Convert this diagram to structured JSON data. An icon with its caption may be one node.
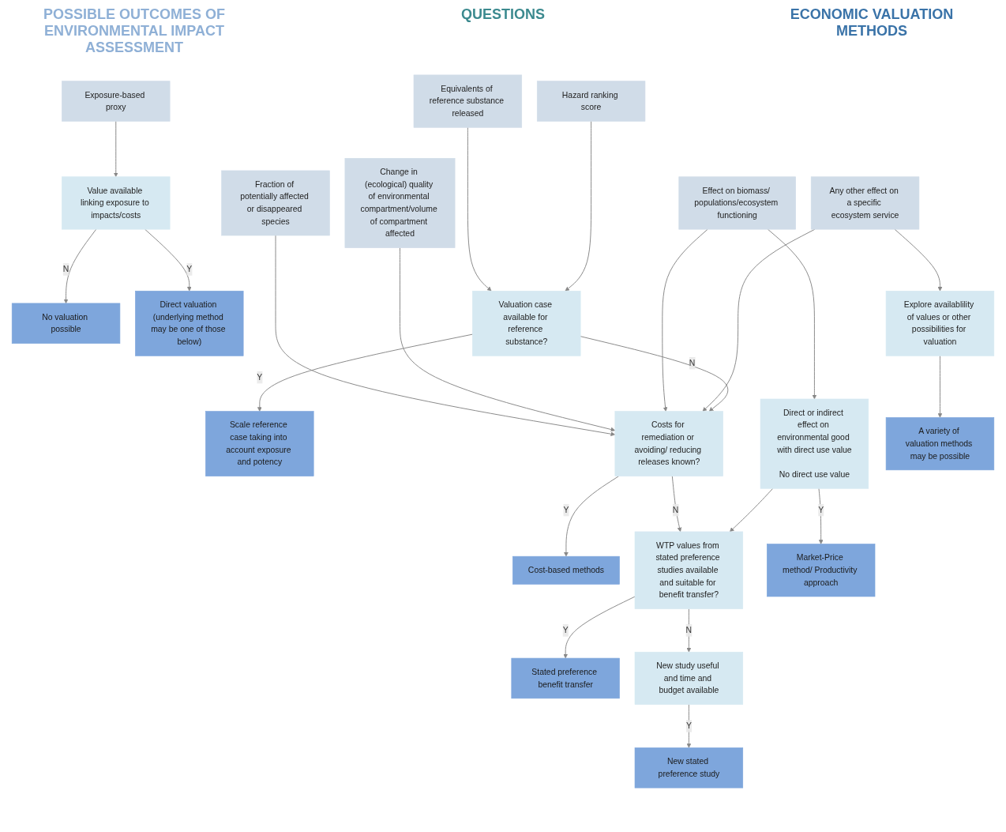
{
  "diagram": {
    "nodes": [
      {
        "text": [
          "Exposure-based proxy"
        ]
      },
      {
        "text": [
          "Equivalents of reference substance released"
        ]
      },
      {
        "text": [
          "Hazard ranking score"
        ]
      },
      {
        "text": [
          "Fraction of potentially affected or disappeared species"
        ]
      },
      {
        "text": [
          "Change in (ecological) quality of environmental compartment/volume of compartment affected"
        ]
      },
      {
        "text": [
          "Effect on biomass/ populations/ecosystem functioning"
        ]
      },
      {
        "text": [
          "Any other effect on a specific ecosystem service"
        ]
      },
      {
        "text": [
          "Value available linking exposure to impacts/costs"
        ]
      },
      {
        "text": [
          "Valuation case available for reference substance?"
        ]
      },
      {
        "text": [
          "Costs for remediation or avoiding/ reducing releases known?"
        ]
      },
      {
        "text": [
          "WTP values from stated preference studies available and suitable for benefit transfer?"
        ]
      },
      {
        "text": [
          "New study useful and time and budget available"
        ]
      },
      {
        "text": [
          "Direct or indirect effect on environmental good with direct use value",
          "No direct use value"
        ]
      },
      {
        "text": [
          "Explore availablility of values or other possibilities for valuation"
        ]
      },
      {
        "text": [
          "No valuation possible"
        ]
      },
      {
        "text": [
          "Direct valuation (underlying method may be one of those below)"
        ]
      },
      {
        "text": [
          "Scale reference case taking into account exposure and potency"
        ]
      },
      {
        "text": [
          "Cost-based methods"
        ]
      },
      {
        "text": [
          "Stated preference benefit transfer"
        ]
      },
      {
        "text": [
          "New stated preference study"
        ]
      },
      {
        "text": [
          "Market-Price method/ Productivity approach"
        ]
      },
      {
        "text": [
          "A variety of valuation methods may be possible"
        ]
      }
    ],
    "edges": [
      {
        "from": 0,
        "to": 7,
        "arrow": "to"
      },
      {
        "from": 1,
        "to": 8,
        "arrow": "to"
      },
      {
        "from": 2,
        "to": 8,
        "arrow": "to"
      },
      {
        "from": 3,
        "to": 9,
        "arrow": "to"
      },
      {
        "from": 4,
        "to": 9,
        "arrow": "to"
      },
      {
        "from": 5,
        "to": 9,
        "arrow": "to"
      },
      {
        "from": 5,
        "to": 12,
        "arrow": "to"
      },
      {
        "from": 6,
        "to": 9,
        "arrow": "to"
      },
      {
        "from": 6,
        "to": 13,
        "arrow": "to"
      },
      {
        "from": 7,
        "to": 14,
        "arrow": "to",
        "label": "N"
      },
      {
        "from": 7,
        "to": 15,
        "arrow": "to",
        "label": "Y"
      },
      {
        "from": 8,
        "to": 16,
        "arrow": "to",
        "label": "Y"
      },
      {
        "from": 8,
        "to": 9,
        "arrow": "to",
        "label": "N"
      },
      {
        "from": 9,
        "to": 17,
        "arrow": "to",
        "label": "Y"
      },
      {
        "from": 9,
        "to": 10,
        "arrow": "to",
        "label": "N"
      },
      {
        "from": 10,
        "to": 18,
        "arrow": "to",
        "label": "Y"
      },
      {
        "from": 10,
        "to": 11,
        "arrow": "to",
        "label": "N"
      },
      {
        "from": 11,
        "to": 19,
        "arrow": "to",
        "label": "Y"
      },
      {
        "from": 12,
        "to": 20,
        "arrow": "to",
        "label": "Y"
      },
      {
        "from": 12,
        "to": 10,
        "arrow": "to"
      },
      {
        "from": 13,
        "to": 21,
        "arrow": "to"
      }
    ],
    "labels": [
      "POSSIBLE OUTCOMES OF ENVIRONMENTAL IMPACT ASSESSMENT",
      "QUESTIONS",
      "ECONOMIC VALUATION METHODS"
    ]
  }
}
